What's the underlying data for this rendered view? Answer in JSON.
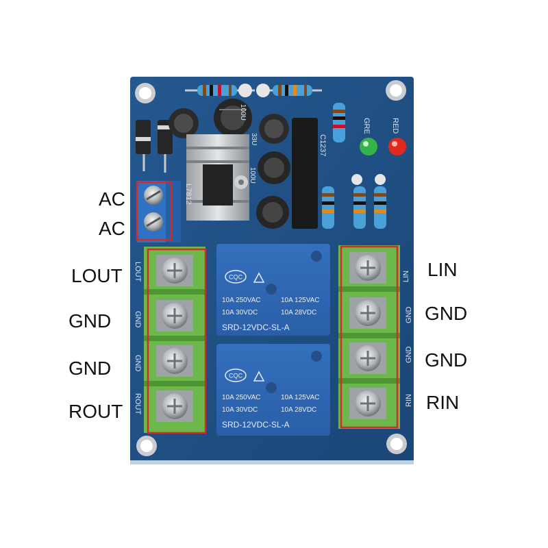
{
  "labels_left": [
    "AC",
    "AC",
    "LOUT",
    "GND",
    "GND",
    "ROUT"
  ],
  "labels_right": [
    "LIN",
    "GND",
    "GND",
    "RIN"
  ],
  "silkscreen": {
    "left_terminals": [
      "LOUT",
      "GND",
      "GND",
      "ROUT"
    ],
    "right_terminals": [
      "LIN",
      "GND",
      "GND",
      "RIN"
    ],
    "led_green": "GRE",
    "led_red": "RED",
    "regulator": "L7812",
    "cap_label": "C1237",
    "cap_values": [
      "100U",
      "33U",
      "100U"
    ]
  },
  "relays": [
    {
      "brand": "CQC",
      "spec_left": [
        "10A 250VAC",
        "10A  30VDC"
      ],
      "spec_right": [
        "10A 125VAC",
        "10A  28VDC"
      ],
      "model": "SRD-12VDC-SL-A"
    },
    {
      "brand": "CQC",
      "spec_left": [
        "10A 250VAC",
        "10A  30VDC"
      ],
      "spec_right": [
        "10A 125VAC",
        "10A  28VDC"
      ],
      "model": "SRD-12VDC-SL-A"
    }
  ],
  "colors": {
    "pcb": "#1f4f86",
    "terminal_green": "#6cb84a",
    "relay_blue": "#2e64b0",
    "highlight_red": "#d42a2a",
    "ac_terminal_blue": "#2f72c4"
  }
}
